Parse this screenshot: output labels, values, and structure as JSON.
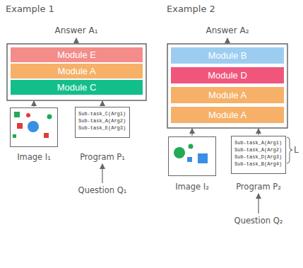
{
  "diagram": {
    "nodes": [
      {
        "text": [
          "Module E"
        ]
      },
      {
        "text": [
          "Module A"
        ]
      },
      {
        "text": [
          "Module C"
        ]
      },
      {
        "text": [
          "Image I₁"
        ]
      },
      {
        "text": [
          "Sub-task_C(Arg1)",
          "Sub-task_A(Arg2)",
          "Sub-task_E(Arg3)",
          "Program P₁"
        ]
      },
      {
        "text": [
          "Module B"
        ]
      },
      {
        "text": [
          "Module D"
        ]
      },
      {
        "text": [
          "Module A"
        ]
      },
      {
        "text": [
          "Module A"
        ]
      },
      {
        "text": [
          "Image I₂"
        ]
      },
      {
        "text": [
          "Sub-task_A(Arg1)",
          "Sub-task_A(Arg2)",
          "Sub-task_D(Arg3)",
          "Sub-task_B(Arg4)",
          "Program P₂"
        ]
      }
    ],
    "labels": [
      "Example 1",
      "Example 2",
      "Answer A₁",
      "Answer A₂",
      "Question Q₁",
      "Question Q₂",
      "L"
    ]
  }
}
